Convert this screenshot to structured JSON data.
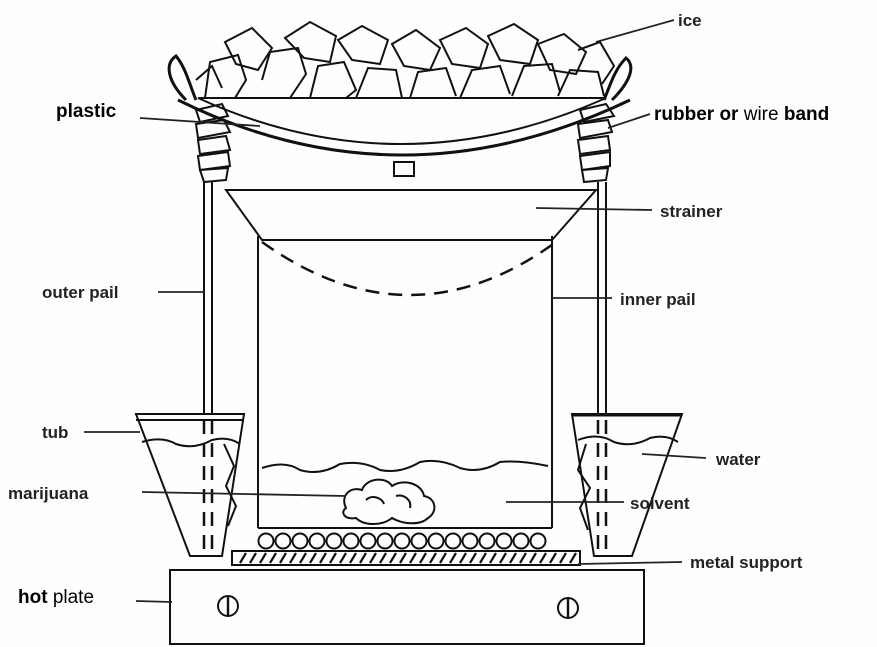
{
  "labels": {
    "ice": "ice",
    "plastic": "plastic",
    "rubber_bold_1": "rubber or",
    "rubber_plain": " wire ",
    "rubber_bold_2": "band",
    "strainer": "strainer",
    "outer_pail": "outer pail",
    "inner_pail": "inner pail",
    "tub": "tub",
    "water": "water",
    "marijuana": "marijuana",
    "solvent": "solvent",
    "metal_support": "metal support",
    "hot_bold": "hot",
    "hot_plain": " plate"
  },
  "colors": {
    "ink": "#111111",
    "background": "#fefefe"
  }
}
